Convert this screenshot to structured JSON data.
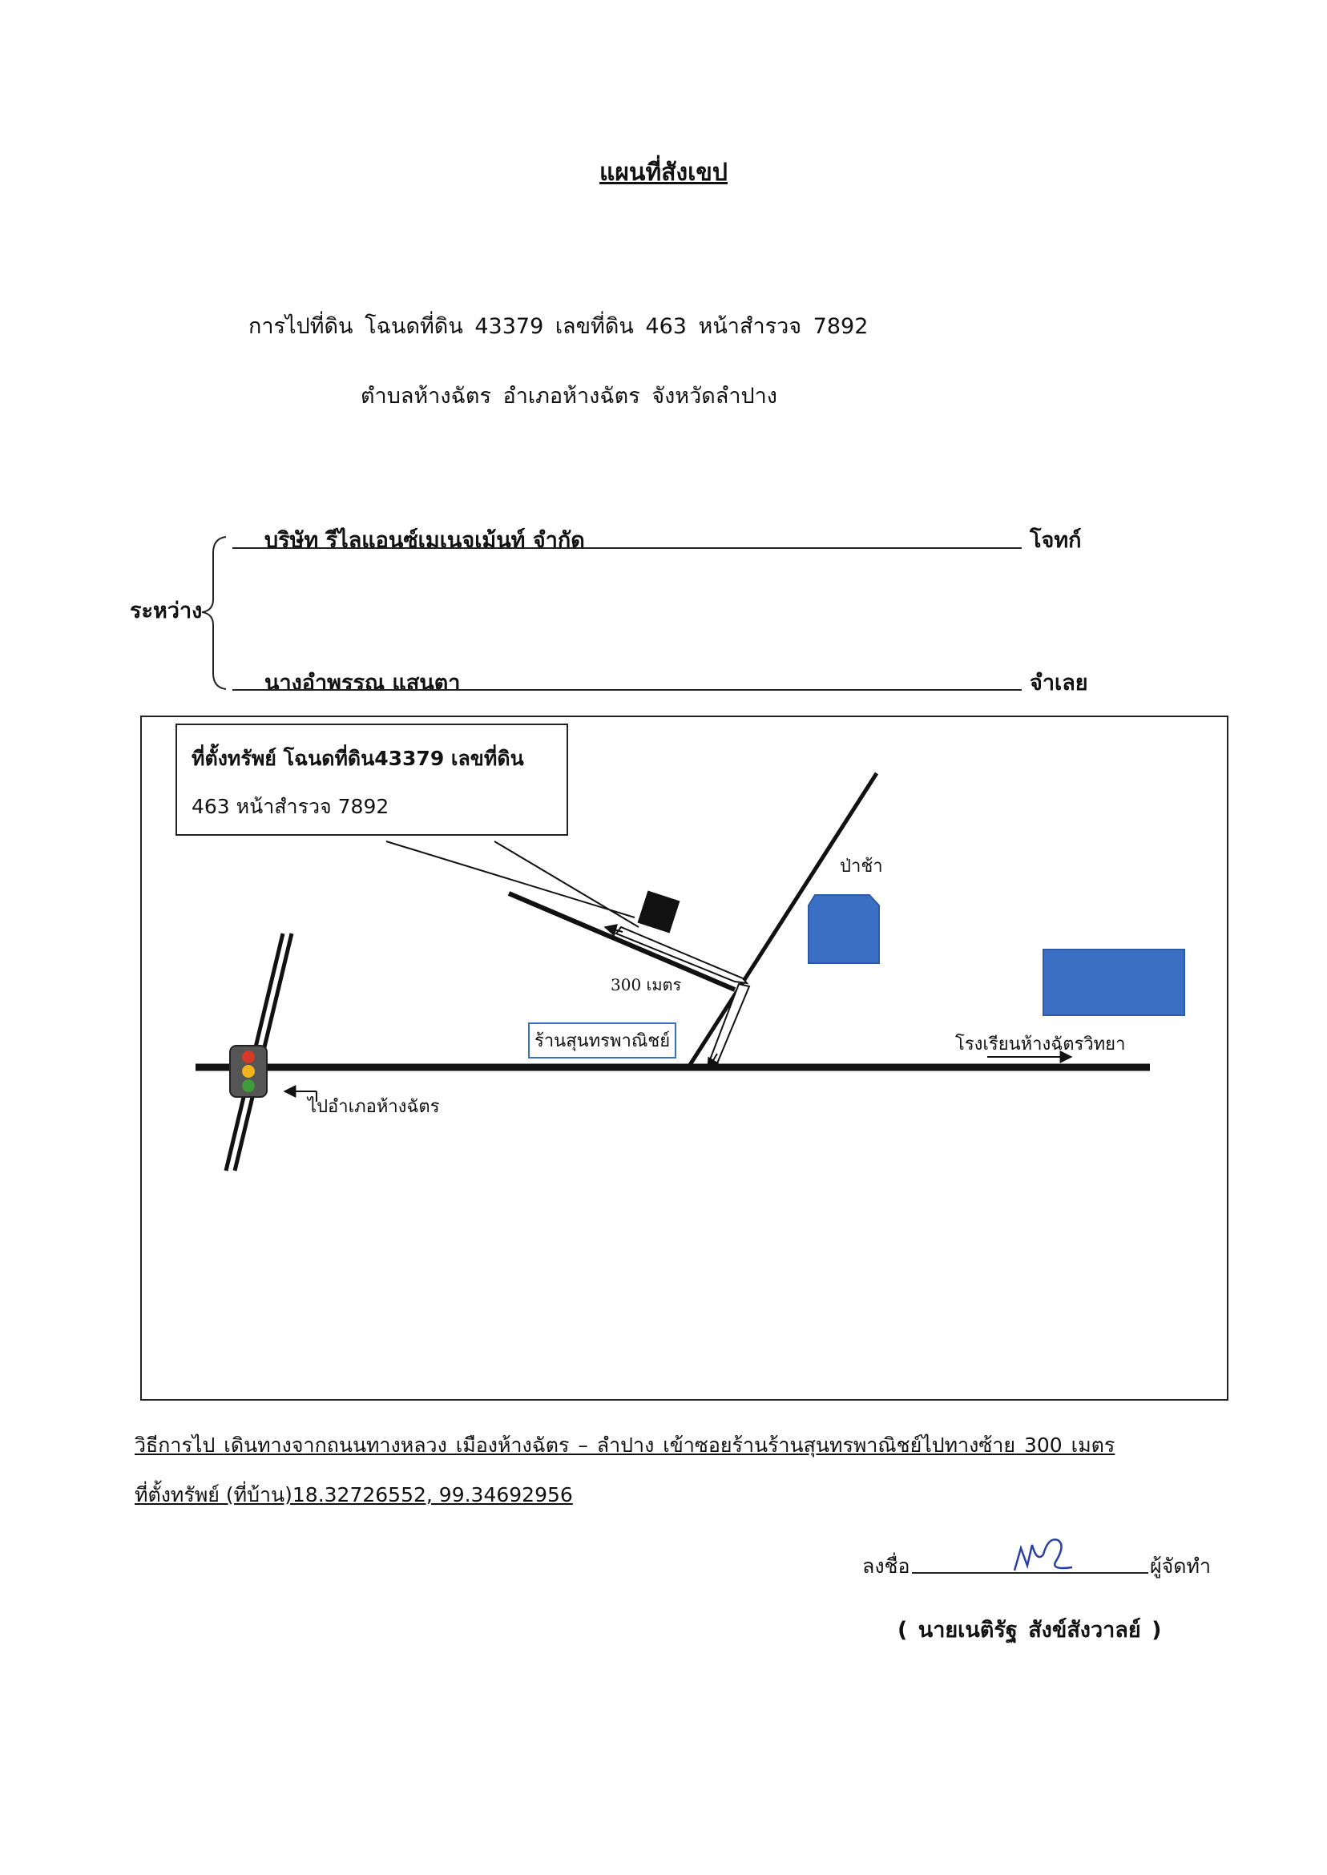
{
  "document": {
    "title": "แผนที่สังเขป",
    "route_line": "การไปที่ดิน  โฉนดที่ดิน 43379  เลขที่ดิน  463  หน้าสำรวจ 7892",
    "location_line": "ตำบลห้างฉัตร   อำเภอห้างฉัตร    จังหวัดลำปาง",
    "between_label": "ระหว่าง",
    "plaintiff_name": "บริษัท รีไลแอนซ์เมเนจเม้นท์ จำกัด",
    "plaintiff_role": "โจทก์",
    "defendant_name": "นางอำพรรณ  แสนตา",
    "defendant_role": "จำเลย"
  },
  "map": {
    "callout_line1": "ที่ตั้งทรัพย์ โฉนดที่ดิน43379  เลขที่ดิน",
    "callout_line2": "463  หน้าสำรวจ 7892",
    "cemetery_label": "ป่าช้า",
    "distance_label": "300 เมตร",
    "shop_label": "ร้านสุนทรพาณิชย์",
    "school_label": "โรงเรียนห้างฉัตรวิทยา",
    "district_label": "ไปอำเภอห้างฉัตร",
    "building_color": "#3a6fc4",
    "traffic_light_colors": [
      "#d83a2a",
      "#f2b21c",
      "#3f9a3a"
    ]
  },
  "footer": {
    "method_label": "วิธีการไป ",
    "method_text": "เดินทางจากถนนทางหลวง  เมืองห้างฉัตร – ลำปาง   เข้าซอยร้านร้านสุนทรพาณิชย์ไปทางซ้าย 300 เมตร",
    "location_text": "ที่ตั้งทรัพย์ (ที่บ้าน)18.32726552, 99.34692956",
    "sign_label": "ลงชื่อ",
    "sign_role": "ผู้จัดทำ",
    "signer_name": "(  นายเนติรัฐ สังข์สังวาลย์     )"
  }
}
